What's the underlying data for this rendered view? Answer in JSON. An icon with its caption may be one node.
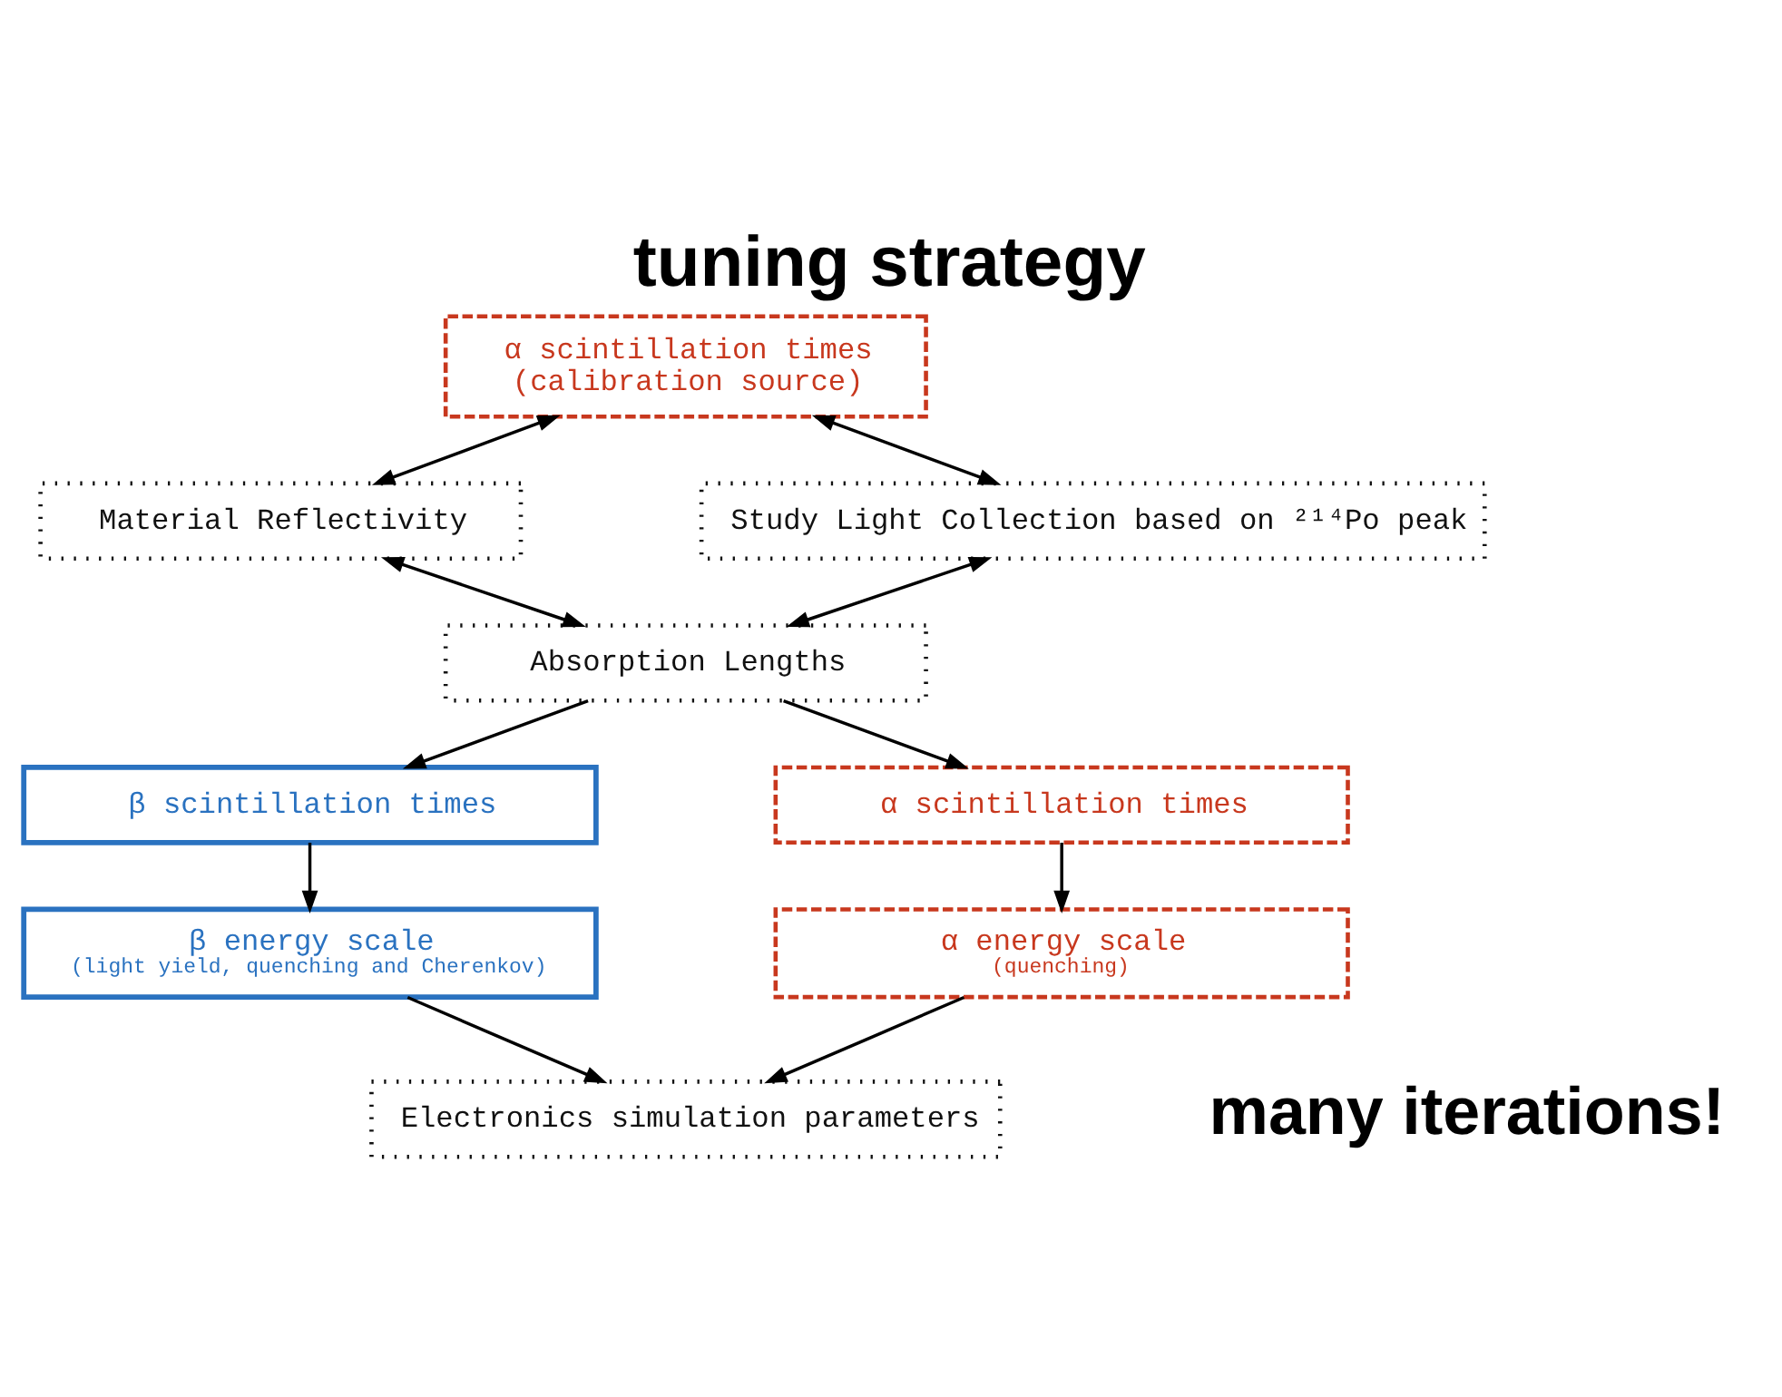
{
  "diagram": {
    "title": "tuning strategy",
    "nodes": [
      {
        "text": [
          "α scintillation times",
          "(calibration source)"
        ]
      },
      {
        "text": [
          "Material Reflectivity"
        ]
      },
      {
        "text": [
          "Study Light Collection based on ²¹⁴Po peak"
        ]
      },
      {
        "text": [
          "Absorption Lengths"
        ]
      },
      {
        "text": [
          "β scintillation times"
        ]
      },
      {
        "text": [
          "α scintillation times"
        ]
      },
      {
        "text": [
          "β energy scale",
          "(light yield, quenching and Cherenkov)"
        ]
      },
      {
        "text": [
          "α energy scale",
          "(quenching)"
        ]
      },
      {
        "text": [
          "Electronics simulation parameters"
        ]
      }
    ],
    "edges": [
      {
        "from": 0,
        "to": 1,
        "arrow": "both"
      },
      {
        "from": 0,
        "to": 2,
        "arrow": "both"
      },
      {
        "from": 1,
        "to": 3,
        "arrow": "both"
      },
      {
        "from": 2,
        "to": 3,
        "arrow": "both"
      },
      {
        "from": 3,
        "to": 4,
        "arrow": "to"
      },
      {
        "from": 3,
        "to": 5,
        "arrow": "to"
      },
      {
        "from": 4,
        "to": 6,
        "arrow": "to"
      },
      {
        "from": 5,
        "to": 7,
        "arrow": "to"
      },
      {
        "from": 6,
        "to": 8,
        "arrow": "to"
      },
      {
        "from": 7,
        "to": 8,
        "arrow": "to"
      }
    ],
    "labels": [
      "many iterations!"
    ]
  }
}
